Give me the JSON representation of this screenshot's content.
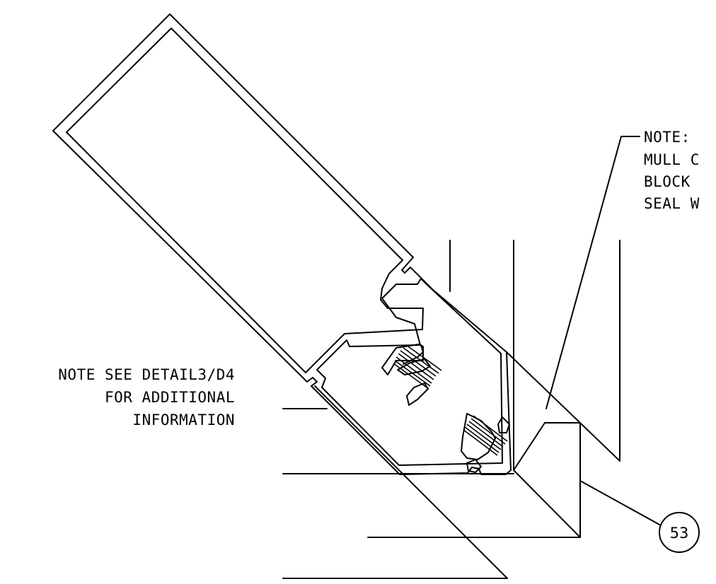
{
  "note_left": {
    "line1": "NOTE SEE DETAIL3/D4",
    "line2": "FOR ADDITIONAL",
    "line3": "INFORMATION"
  },
  "note_right": {
    "line1": "NOTE:",
    "line2": "MULL C",
    "line3": "BLOCK",
    "line4": "SEAL W"
  },
  "callout": {
    "tag": "53"
  }
}
